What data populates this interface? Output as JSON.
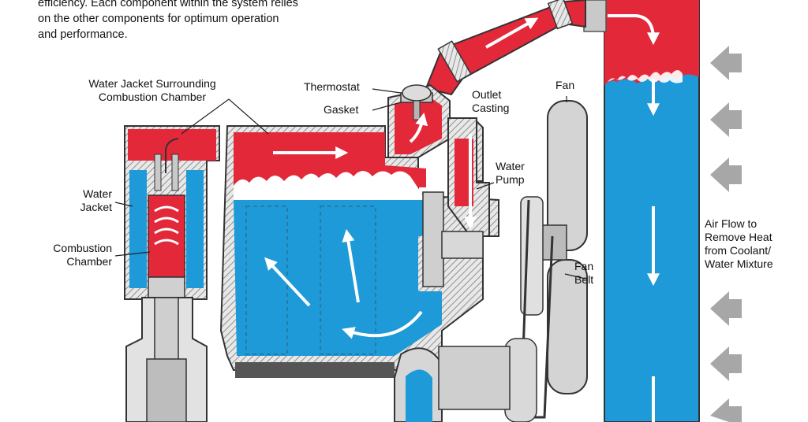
{
  "intro_text": [
    "efficiency. Each component within the system relies",
    "on the other components for optimum operation",
    "and performance."
  ],
  "labels": {
    "water_jacket_surrounding": [
      "Water Jacket Surrounding",
      "Combustion Chamber"
    ],
    "thermostat": "Thermostat",
    "gasket": "Gasket",
    "outlet_casting": [
      "Outlet",
      "Casting"
    ],
    "fan": "Fan",
    "water_pump": [
      "Water",
      "Pump"
    ],
    "water_jacket": [
      "Water",
      "Jacket"
    ],
    "combustion_chamber": [
      "Combustion",
      "Chamber"
    ],
    "fan_belt": [
      "Fan",
      "Belt"
    ],
    "air_flow": [
      "Air Flow to",
      "Remove Heat",
      "from Coolant/",
      "Water Mixture"
    ]
  },
  "colors": {
    "hot_coolant": "#e3283a",
    "cool_coolant": "#1e9ad8",
    "metal": "#c9c9c9",
    "metal_dark": "#8a8a8a",
    "air_arrow": "#a7a7a7",
    "flow_arrow": "#ffffff"
  }
}
